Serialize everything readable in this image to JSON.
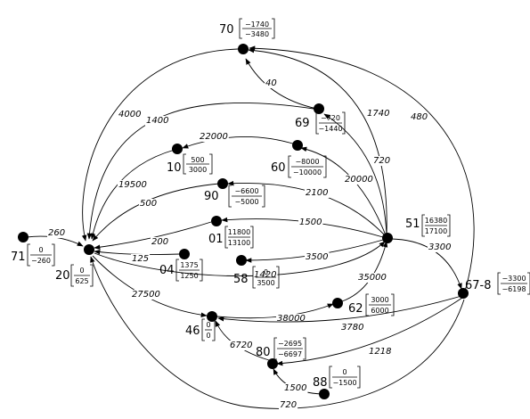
{
  "nodes": [
    {
      "key": "n70",
      "label": "70",
      "num": "−1740",
      "den": "−3480"
    },
    {
      "key": "n69",
      "label": "69",
      "num": "−720",
      "den": "−1440"
    },
    {
      "key": "n10",
      "label": "10",
      "num": "500",
      "den": "3000"
    },
    {
      "key": "n60",
      "label": "60",
      "num": "−8000",
      "den": "−10000"
    },
    {
      "key": "n90",
      "label": "90",
      "num": "−6600",
      "den": "−5000"
    },
    {
      "key": "n01",
      "label": "01",
      "num": "11800",
      "den": "13100"
    },
    {
      "key": "n51",
      "label": "51",
      "num": "16380",
      "den": "17100"
    },
    {
      "key": "n71",
      "label": "71",
      "num": "0",
      "den": "−260"
    },
    {
      "key": "n20",
      "label": "20",
      "num": "0",
      "den": "625"
    },
    {
      "key": "n04",
      "label": "04",
      "num": "1375",
      "den": "1250"
    },
    {
      "key": "n58",
      "label": "58",
      "num": "0",
      "den": "3500"
    },
    {
      "key": "n678",
      "label": "67-8",
      "num": "−3300",
      "den": "−6198"
    },
    {
      "key": "n62",
      "label": "62",
      "num": "3000",
      "den": "6000"
    },
    {
      "key": "n46",
      "label": "46",
      "num": "0",
      "den": "0"
    },
    {
      "key": "n80",
      "label": "80",
      "num": "−2695",
      "den": "−6697"
    },
    {
      "key": "n88",
      "label": "88",
      "num": "0",
      "den": "−1500"
    }
  ],
  "edges": [
    {
      "key": "e_69_70",
      "label": "40"
    },
    {
      "key": "e_51_70",
      "label": "1740"
    },
    {
      "key": "e_678_70",
      "label": "480"
    },
    {
      "key": "e_70_20",
      "label": "4000"
    },
    {
      "key": "e_69_20",
      "label": "1400"
    },
    {
      "key": "e_51_69",
      "label": "720"
    },
    {
      "key": "e_60_10",
      "label": "22000"
    },
    {
      "key": "e_10_20",
      "label": "19500"
    },
    {
      "key": "e_51_60",
      "label": "20000"
    },
    {
      "key": "e_90_20",
      "label": "500"
    },
    {
      "key": "e_51_90",
      "label": "2100"
    },
    {
      "key": "e_51_01",
      "label": "1500"
    },
    {
      "key": "e_01_20",
      "label": "200"
    },
    {
      "key": "e_71_20",
      "label": "260"
    },
    {
      "key": "e_04_20",
      "label": "125"
    },
    {
      "key": "e_51_58",
      "label": "3500"
    },
    {
      "key": "e_20_51",
      "label": "1420"
    },
    {
      "key": "e_51_678",
      "label": "3300"
    },
    {
      "key": "e_62_51",
      "label": "35000"
    },
    {
      "key": "e_20_46",
      "label": "27500"
    },
    {
      "key": "e_46_62",
      "label": "38000"
    },
    {
      "key": "e_678_46",
      "label": "3780"
    },
    {
      "key": "e_80_46",
      "label": "6720"
    },
    {
      "key": "e_678_80",
      "label": "1218"
    },
    {
      "key": "e_88_80",
      "label": "1500"
    },
    {
      "key": "e_678_20",
      "label": "720"
    }
  ]
}
